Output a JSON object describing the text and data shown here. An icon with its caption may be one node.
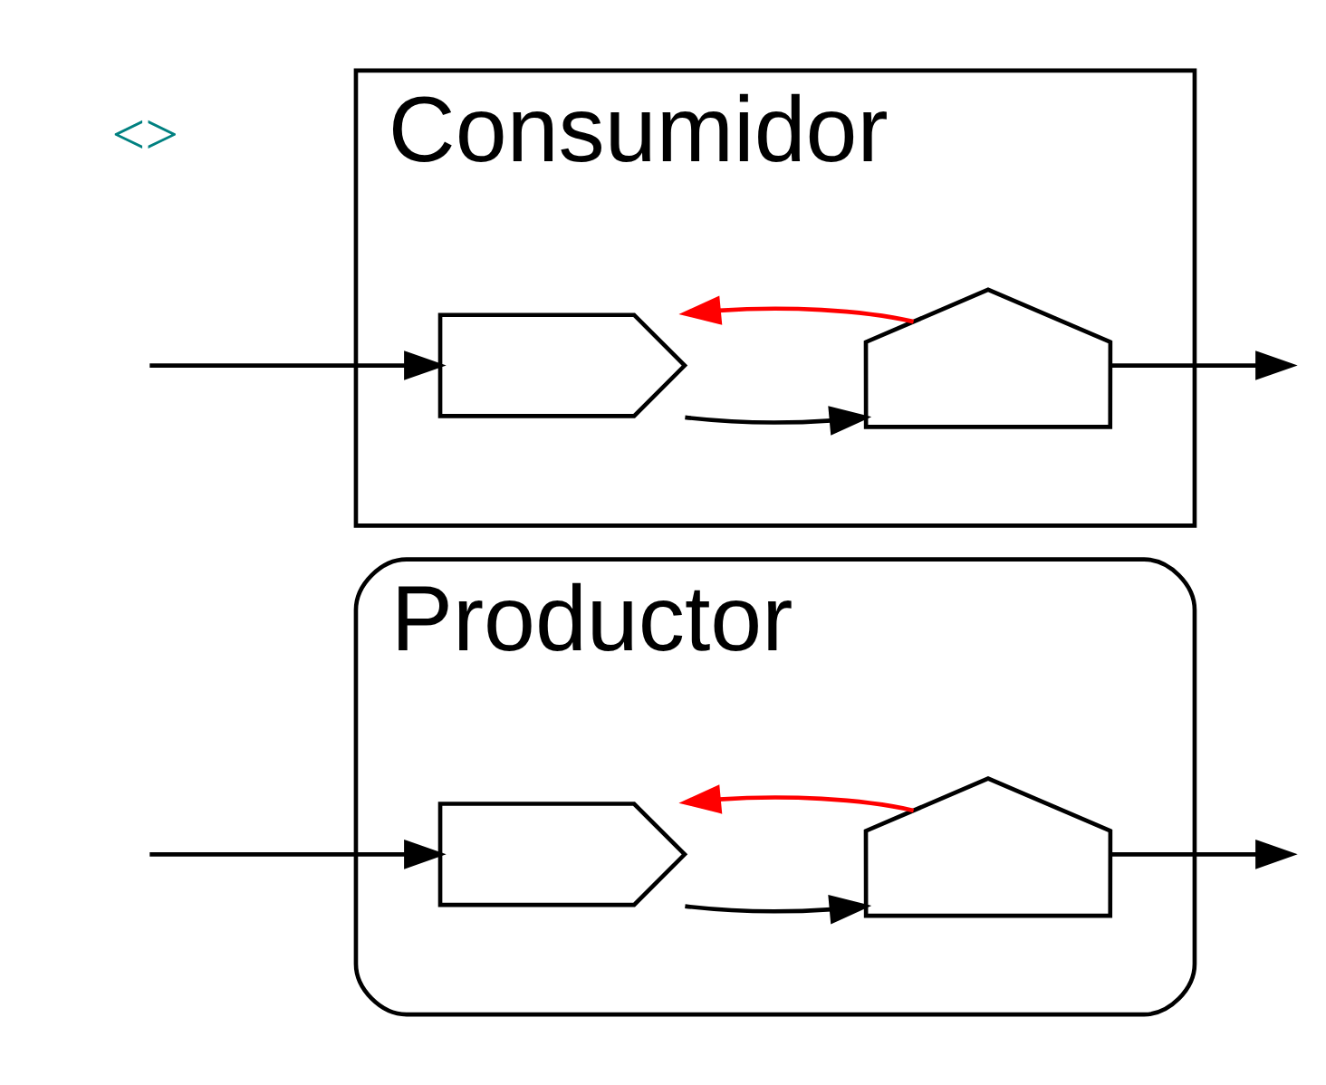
{
  "diagram": {
    "nodes": [
      {
        "text": [
          "Productor"
        ]
      },
      {
        "text": [],
        "shape": "chevron",
        "in": 0
      },
      {
        "text": [],
        "shape": "shield",
        "in": 0
      },
      {
        "text": [
          "Consumidor"
        ]
      },
      {
        "text": [],
        "shape": "chevron",
        "in": 3
      },
      {
        "text": [],
        "shape": "shield",
        "in": 3
      }
    ],
    "edges": [
      {
        "from": null,
        "to": 1,
        "arrow": "to"
      },
      {
        "from": 1,
        "to": 2,
        "arrow": "to"
      },
      {
        "from": 2,
        "to": 1,
        "arrow": "to",
        "color": "#ff0000"
      },
      {
        "from": 2,
        "to": null,
        "arrow": "to"
      },
      {
        "from": null,
        "to": 4,
        "arrow": "to"
      },
      {
        "from": 4,
        "to": 5,
        "arrow": "to"
      },
      {
        "from": 5,
        "to": 4,
        "arrow": "to",
        "color": "#ff0000"
      },
      {
        "from": 5,
        "to": null,
        "arrow": "to"
      }
    ],
    "labels": [
      "<>"
    ]
  }
}
